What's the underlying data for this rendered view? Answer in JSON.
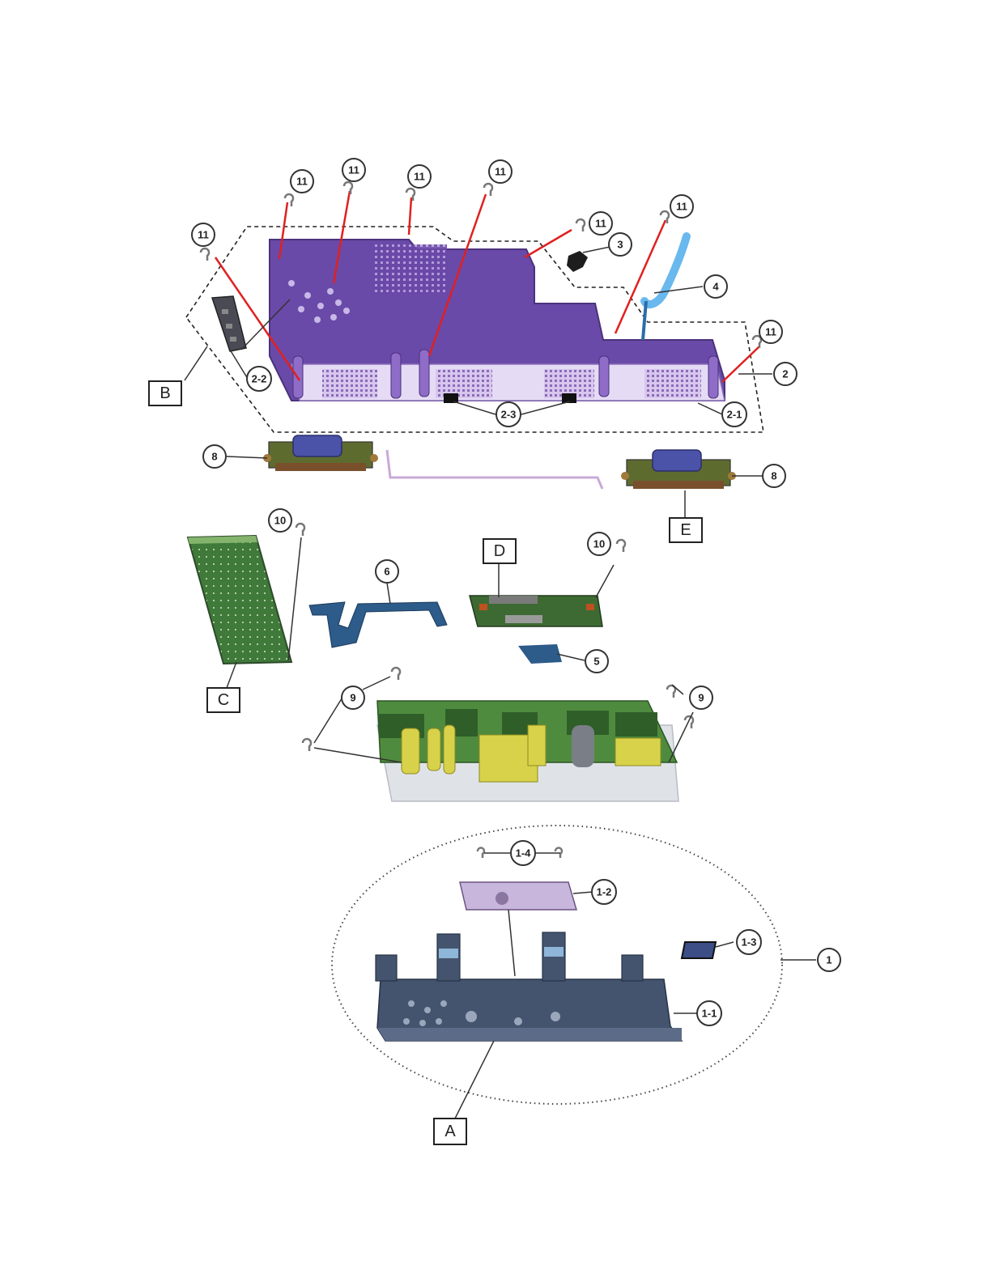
{
  "diagram": {
    "part_callouts": [
      "11",
      "11",
      "11",
      "11",
      "11",
      "11",
      "11",
      "11",
      "3",
      "4",
      "2",
      "2-1",
      "2-2",
      "2-3",
      "8",
      "8",
      "10",
      "10",
      "6",
      "5",
      "9",
      "9",
      "1-4",
      "1-2",
      "1-3",
      "1",
      "1-1"
    ],
    "assembly_labels": [
      "A",
      "B",
      "C",
      "D",
      "E"
    ]
  }
}
